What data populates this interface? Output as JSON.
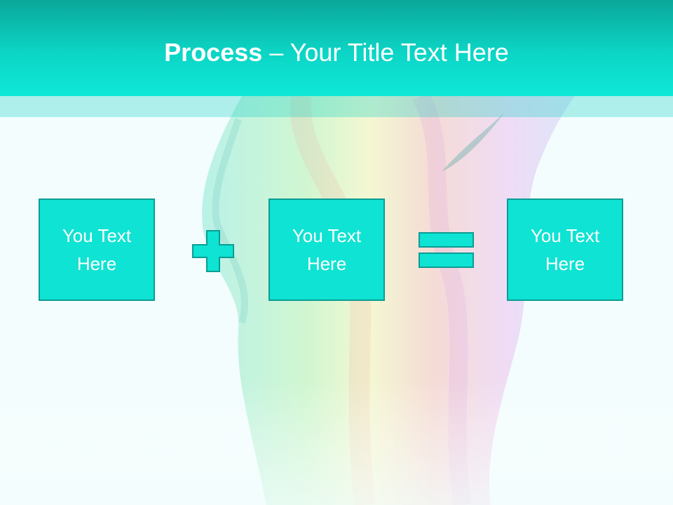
{
  "slide": {
    "title_strong": "Process",
    "title_rest": " – Your Title Text Here"
  },
  "boxes": [
    {
      "text": "You Text Here"
    },
    {
      "text": "You Text Here"
    },
    {
      "text": "You Text Here"
    }
  ],
  "operators": [
    "plus-icon",
    "equals-icon"
  ],
  "colors": {
    "accent": "#0fe3d3",
    "accent_border": "#0a9d93",
    "header_top": "#0aa79a",
    "background": "#f3fdfd"
  }
}
